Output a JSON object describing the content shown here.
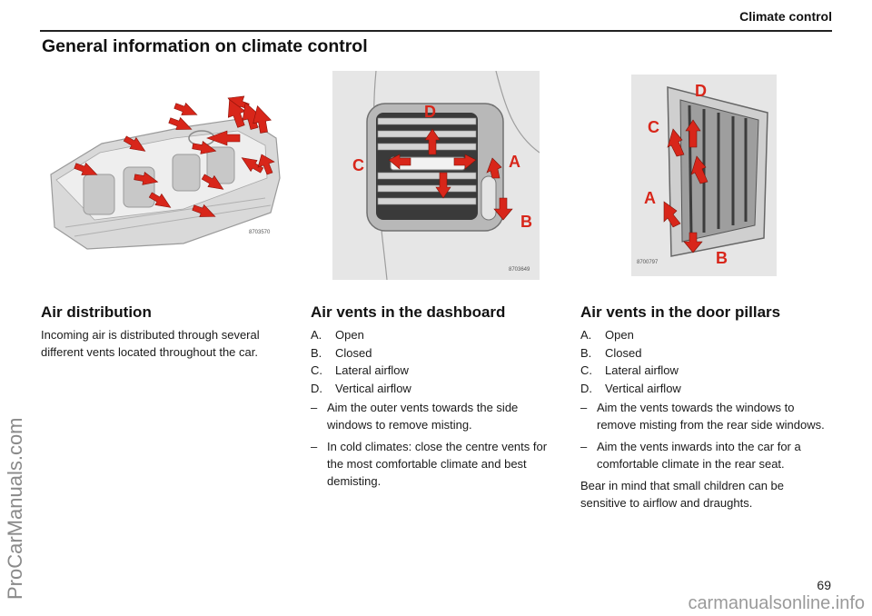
{
  "header": {
    "section": "Climate control"
  },
  "page_title": "General information on climate control",
  "page_number": "69",
  "watermarks": {
    "side": "ProCarManuals.com",
    "bottom": "carmanualsonline.info"
  },
  "figures": {
    "car": {
      "code": "8703570"
    },
    "dashboard": {
      "code": "8703649",
      "labels": {
        "a": "A",
        "b": "B",
        "c": "C",
        "d": "D"
      }
    },
    "pillar": {
      "code": "8700797",
      "labels": {
        "a": "A",
        "b": "B",
        "c": "C",
        "d": "D"
      }
    }
  },
  "air_distribution": {
    "title": "Air distribution",
    "text": "Incoming air is distributed through several different vents located throughout the car."
  },
  "dashboard_vents": {
    "title": "Air vents in the dashboard",
    "items": [
      {
        "key": "A.",
        "label": "Open"
      },
      {
        "key": "B.",
        "label": "Closed"
      },
      {
        "key": "C.",
        "label": "Lateral airflow"
      },
      {
        "key": "D.",
        "label": "Vertical airflow"
      }
    ],
    "instructions": [
      "Aim the outer vents towards the side windows to remove misting.",
      "In cold climates: close the centre vents for the most comfortable climate and best demisting."
    ]
  },
  "pillar_vents": {
    "title": "Air vents in the door pillars",
    "items": [
      {
        "key": "A.",
        "label": "Open"
      },
      {
        "key": "B.",
        "label": "Closed"
      },
      {
        "key": "C.",
        "label": "Lateral airflow"
      },
      {
        "key": "D.",
        "label": "Vertical airflow"
      }
    ],
    "instructions": [
      "Aim the vents towards the windows to remove misting from the rear side windows.",
      "Aim the vents inwards into the car for a comfortable climate in the rear seat."
    ],
    "note": "Bear in mind that small children can be sensitive to airflow and draughts."
  },
  "colors": {
    "arrow": "#d8261a",
    "figure_bg": "#e6e6e6",
    "text": "#1a1a1a"
  }
}
